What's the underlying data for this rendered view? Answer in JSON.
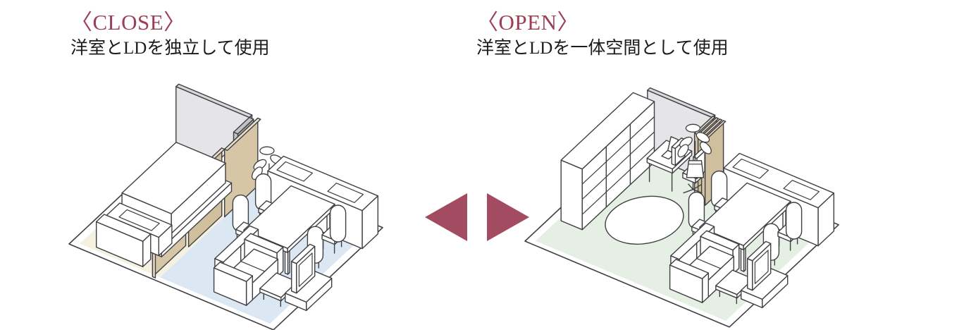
{
  "panels": [
    {
      "id": "close",
      "title": "〈CLOSE〉",
      "subtitle": "洋室とLDを独立して使用",
      "illustration": "isometric-room-partition-closed"
    },
    {
      "id": "open",
      "title": "〈OPEN〉",
      "subtitle": "洋室とLDを一体空間として使用",
      "illustration": "isometric-room-partition-open"
    }
  ],
  "arrows": {
    "left": "triangle-left-icon",
    "right": "triangle-right-icon"
  },
  "colors": {
    "accent": "#9c3e55",
    "arrow": "#a34b60",
    "text": "#1c1c1c",
    "line": "#3f3f44",
    "white": "#ffffff",
    "wall_gray": "#e5e5e7",
    "wall_top": "#d8d8da",
    "wall_dark": "#a9a9ab",
    "wall_dark_top": "#c2c2c4",
    "floor_cream": "#f5f1e1",
    "floor_blue": "#dbe8f3",
    "floor_green": "#e5efe4",
    "door_tan": "#d6c6a6",
    "door_tan_dark": "#cfbf9c",
    "door_edge": "#eadfc9"
  }
}
